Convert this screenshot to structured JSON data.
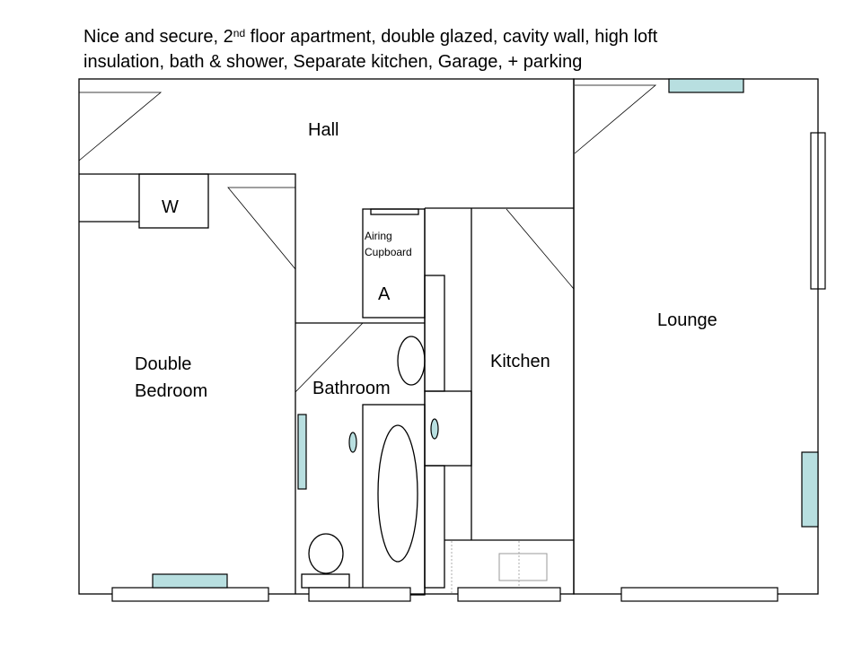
{
  "caption": {
    "part1": "Nice and secure, 2",
    "superscript": "nd",
    "part2": " floor apartment, double glazed, cavity wall, high loft",
    "line2": "insulation, bath & shower, Separate kitchen, Garage, + parking"
  },
  "rooms": {
    "hall": "Hall",
    "wardrobe": "W",
    "airing_line1": "Airing",
    "airing_line2": "Cupboard",
    "airing_mark": "A",
    "lounge": "Lounge",
    "kitchen": "Kitchen",
    "bedroom_line1": "Double",
    "bedroom_line2": "Bedroom",
    "bathroom": "Bathroom"
  },
  "colors": {
    "window_fill": "#b8dfe0"
  }
}
